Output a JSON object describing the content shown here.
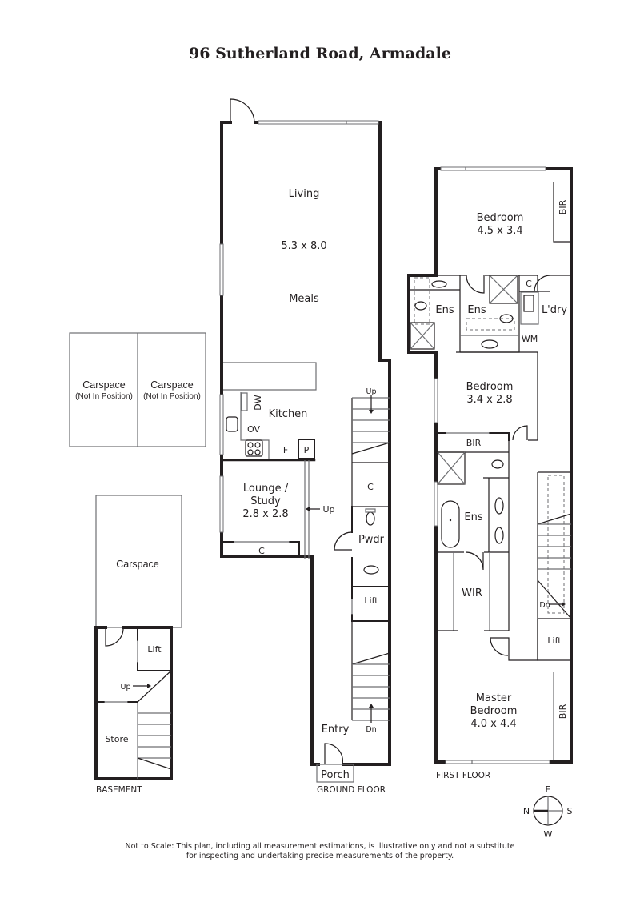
{
  "title": "96 Sutherland Road, Armadale",
  "floors": {
    "basement": "BASEMENT",
    "ground": "GROUND FLOOR",
    "first": "FIRST FLOOR"
  },
  "ground_floor": {
    "living": "Living",
    "living_dims": "5.3 x 8.0",
    "meals": "Meals",
    "kitchen": "Kitchen",
    "dw": "DW",
    "ov": "OV",
    "fridge": "F",
    "pantry": "P",
    "lounge_line1": "Lounge /",
    "lounge_line2": "Study",
    "lounge_dims": "2.8 x 2.8",
    "lounge_cupboard": "C",
    "up_ramp": "Up",
    "stair_up": "Up",
    "stair_cupboard": "C",
    "powder": "Pwdr",
    "lift": "Lift",
    "stair_dn": "Dn",
    "entry": "Entry",
    "porch": "Porch"
  },
  "first_floor": {
    "bedroom1": "Bedroom",
    "bedroom1_dims": "4.5 x 3.4",
    "bedroom1_bir": "BIR",
    "ens_left": "Ens",
    "ens_mid": "Ens",
    "cupboard": "C",
    "laundry": "L'dry",
    "wm": "WM",
    "bedroom2": "Bedroom",
    "bedroom2_dims": "3.4 x 2.8",
    "bedroom2_bir": "BIR",
    "ens_master": "Ens",
    "wir": "WIR",
    "stair_dn": "Dn",
    "lift": "Lift",
    "master_line1": "Master",
    "master_line2": "Bedroom",
    "master_dims": "4.0 x 4.4",
    "master_bir": "BIR"
  },
  "basement": {
    "carspace_1": "Carspace",
    "carspace_1_note": "(Not In Position)",
    "carspace_2": "Carspace",
    "carspace_2_note": "(Not In Position)",
    "carspace_3": "Carspace",
    "lift": "Lift",
    "stair_up": "Up",
    "store": "Store"
  },
  "compass": {
    "n": "N",
    "e": "E",
    "s": "S",
    "w": "W"
  },
  "disclaimer_line1": "Not to Scale: This plan, including all measurement estimations, is illustrative only and not a substitute",
  "disclaimer_line2": "for inspecting and undertaking precise measurements of the property."
}
